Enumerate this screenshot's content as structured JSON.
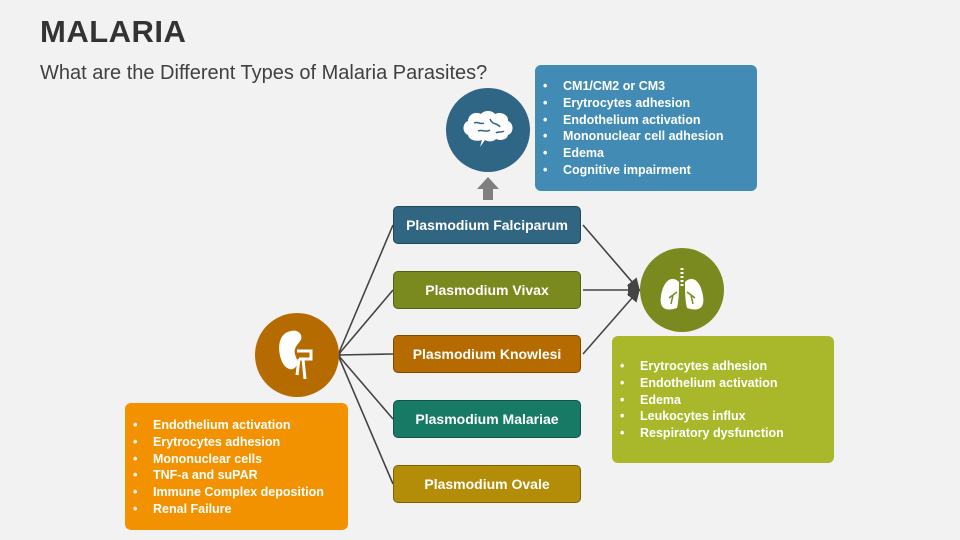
{
  "header": {
    "title": "MALARIA",
    "subtitle": "What are the Different Types of Malaria Parasites?"
  },
  "parasites": [
    {
      "label": "Plasmodium Falciparum",
      "color": "#316683"
    },
    {
      "label": "Plasmodium Vivax",
      "color": "#7b8a1e"
    },
    {
      "label": "Plasmodium Knowlesi",
      "color": "#b56b00"
    },
    {
      "label": "Plasmodium Malariae",
      "color": "#177a64"
    },
    {
      "label": "Plasmodium Ovale",
      "color": "#b38c08"
    }
  ],
  "brain": {
    "icon": "brain-icon",
    "color": "#2f6585",
    "box_color": "#428bb5",
    "items": [
      "CM1/CM2 or CM3",
      "Erytrocytes adhesion",
      "Endothelium activation",
      "Mononuclear cell adhesion",
      "Edema",
      "Cognitive impairment"
    ]
  },
  "lungs": {
    "icon": "lungs-icon",
    "color": "#7b8a1e",
    "box_color": "#a8b82a",
    "items": [
      "Erytrocytes adhesion",
      "Endothelium activation",
      "Edema",
      "Leukocytes influx",
      "Respiratory dysfunction"
    ]
  },
  "kidney": {
    "icon": "kidney-icon",
    "color": "#b56b00",
    "box_color": "#f39200",
    "items": [
      "Endothelium activation",
      "Erytrocytes adhesion",
      "Mononuclear cells",
      "TNF-a and suPAR",
      "Immune Complex deposition",
      "Renal Failure"
    ]
  }
}
